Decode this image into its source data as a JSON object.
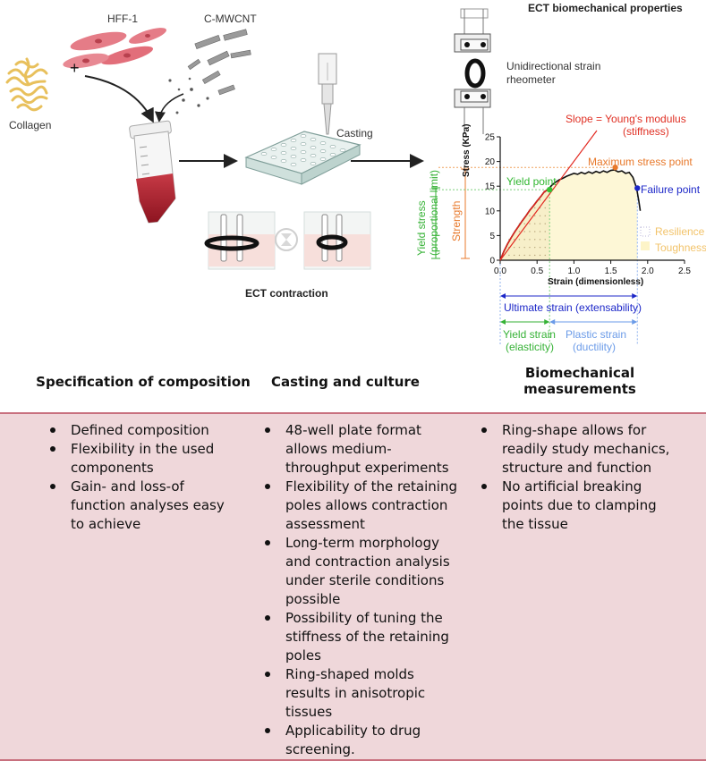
{
  "workflow": {
    "hff_label": "HFF-1",
    "cnt_label": "C-MWCNT",
    "collagen_label": "Collagen",
    "plus": "+",
    "casting_label": "Casting",
    "contraction_label": "ECT contraction"
  },
  "properties": {
    "title": "ECT biomechanical properties",
    "rheometer_label_1": "Unidirectional strain",
    "rheometer_label_2": "rheometer",
    "slope_label_1": "Slope = Young's modulus",
    "slope_label_2": "(stiffness)",
    "max_stress_label": "Maximum stress point",
    "yield_point_label": "Yield point",
    "failure_point_label": "Failure point",
    "resilience_label": "Resilience",
    "toughness_label": "Toughness",
    "strength_label": "Strength",
    "yield_stress_label_1": "Yield stress",
    "yield_stress_label_2": "(proportional limit)",
    "ultimate_strain_label": "Ultimate strain (extensability)",
    "yield_strain_label_1": "Yield strain",
    "yield_strain_label_2": "(elasticity)",
    "plastic_strain_label_1": "Plastic strain",
    "plastic_strain_label_2": "(ductility)"
  },
  "chart_data": {
    "type": "line",
    "xlabel": "Strain (dimensionless)",
    "ylabel": "Stress (KPa)",
    "xlim": [
      0,
      2.5
    ],
    "ylim": [
      0,
      25
    ],
    "xticks": [
      "0.0",
      "0.5",
      "1.0",
      "1.5",
      "2.0",
      "2.5"
    ],
    "yticks": [
      "0",
      "5",
      "10",
      "15",
      "20",
      "25"
    ],
    "series": [
      {
        "x": [
          0,
          0.05,
          0.1,
          0.15,
          0.2,
          0.25,
          0.3,
          0.35,
          0.4,
          0.45,
          0.5,
          0.55,
          0.6,
          0.65,
          0.7,
          0.75,
          0.8,
          0.85,
          0.9,
          0.95,
          1.0,
          1.05,
          1.1,
          1.15,
          1.2,
          1.25,
          1.3,
          1.35,
          1.4,
          1.45,
          1.5,
          1.55,
          1.6,
          1.65,
          1.7,
          1.75,
          1.8,
          1.85,
          1.88,
          1.9
        ],
        "y": [
          0,
          1.8,
          3.3,
          4.6,
          5.8,
          6.9,
          8.0,
          9.0,
          10.1,
          11.0,
          12.0,
          12.9,
          13.9,
          14.3,
          15.2,
          15.8,
          16.3,
          16.6,
          17.0,
          17.3,
          17.6,
          17.4,
          17.8,
          17.5,
          17.9,
          17.6,
          18.0,
          17.7,
          18.1,
          17.8,
          18.2,
          18.3,
          17.9,
          18.1,
          17.6,
          17.8,
          16.8,
          14.6,
          12.0,
          10.0
        ]
      }
    ],
    "points": {
      "yield": [
        0.67,
        14.3
      ],
      "max_stress": [
        1.56,
        18.8
      ],
      "failure": [
        1.86,
        14.6
      ]
    }
  },
  "table": {
    "headers": [
      "Specification of composition",
      "Casting and culture",
      "Biomechanical measurements"
    ],
    "columns": [
      [
        "Defined composition",
        "Flexibility in the used components",
        "Gain- and loss-of function analyses easy to achieve"
      ],
      [
        "48-well plate format allows medium-throughput experiments",
        "Flexibility of the retaining poles allows contraction assessment",
        "Long-term morphology and contraction analysis under sterile conditions possible",
        "Possibility of tuning the stiffness of the retaining poles",
        "Ring-shaped molds results in anisotropic tissues",
        "Applicability to drug screening."
      ],
      [
        "Ring-shape allows for readily study mechanics, structure and function",
        "No artificial breaking points due to clamping the tissue"
      ]
    ]
  }
}
